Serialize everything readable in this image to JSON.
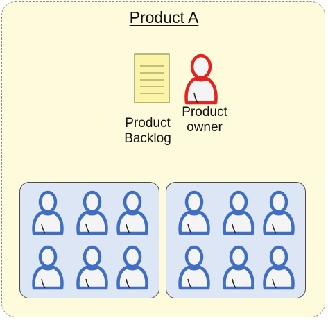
{
  "title": "Product A",
  "backlog": {
    "label": "Product\nBacklog",
    "icon": "document-icon",
    "fill_color": "#fbf3a6",
    "line_color": "#8a8a55"
  },
  "owner": {
    "label": "Product\nowner",
    "icon": "person-icon",
    "outline_color": "#e32222"
  },
  "teams": [
    {
      "members": 6,
      "icon": "person-icon",
      "outline_color": "#3f6ec2"
    },
    {
      "members": 6,
      "icon": "person-icon",
      "outline_color": "#3f6ec2"
    }
  ],
  "colors": {
    "frame_fill": "#fdfbdc",
    "team_fill": "#dce6f5",
    "person_fill": "#f4f4f4"
  }
}
